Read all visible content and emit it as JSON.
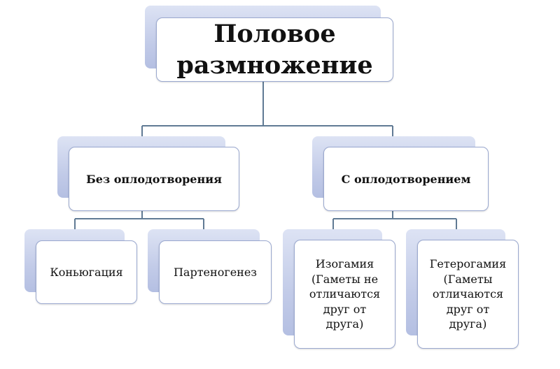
{
  "nodes": {
    "root": "Половое\nразмножение",
    "without": "Без оплодотворения",
    "with": "С оплодотворением",
    "conjugation": "Коньюгация",
    "parthenogenesis": "Партеногенез",
    "isogamy": "Изогамия\n(Гаметы не\nотличаются\nдруг от\nдруга)",
    "heterogamy": "Гетерогамия\n(Гаметы\nотличаются\nдруг от\nдруга)"
  },
  "colors": {
    "line": "#607a94",
    "box_border": "#9aa8cf",
    "back_panel": "#c2cbe8"
  }
}
